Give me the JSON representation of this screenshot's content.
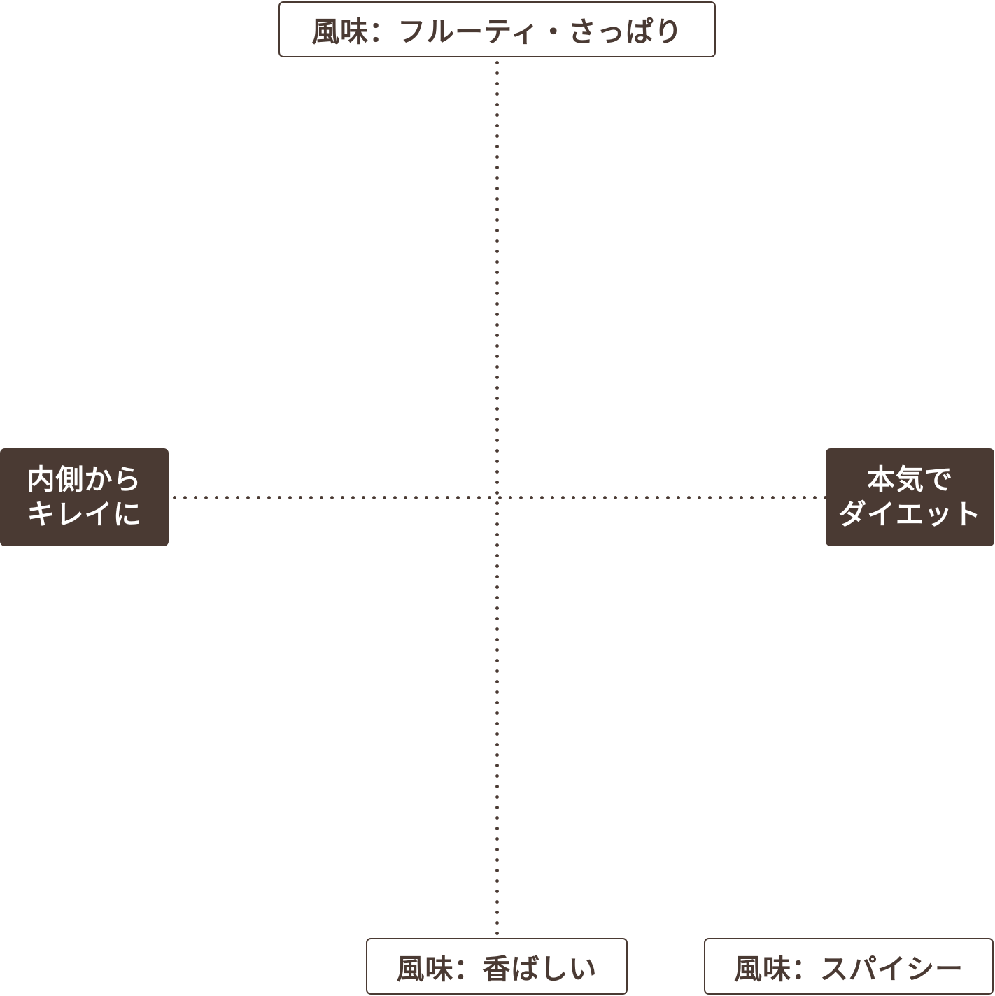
{
  "diagram": {
    "top": "風味：フルーティ・さっぱり",
    "bottom_center": "風味：香ばしい",
    "bottom_right": "風味：スパイシー",
    "left": {
      "line1": "内側から",
      "line2": "キレイに"
    },
    "right": {
      "line1": "本気で",
      "line2": "ダイエット"
    }
  },
  "colors": {
    "primary": "#4a3a33",
    "background": "#ffffff"
  }
}
